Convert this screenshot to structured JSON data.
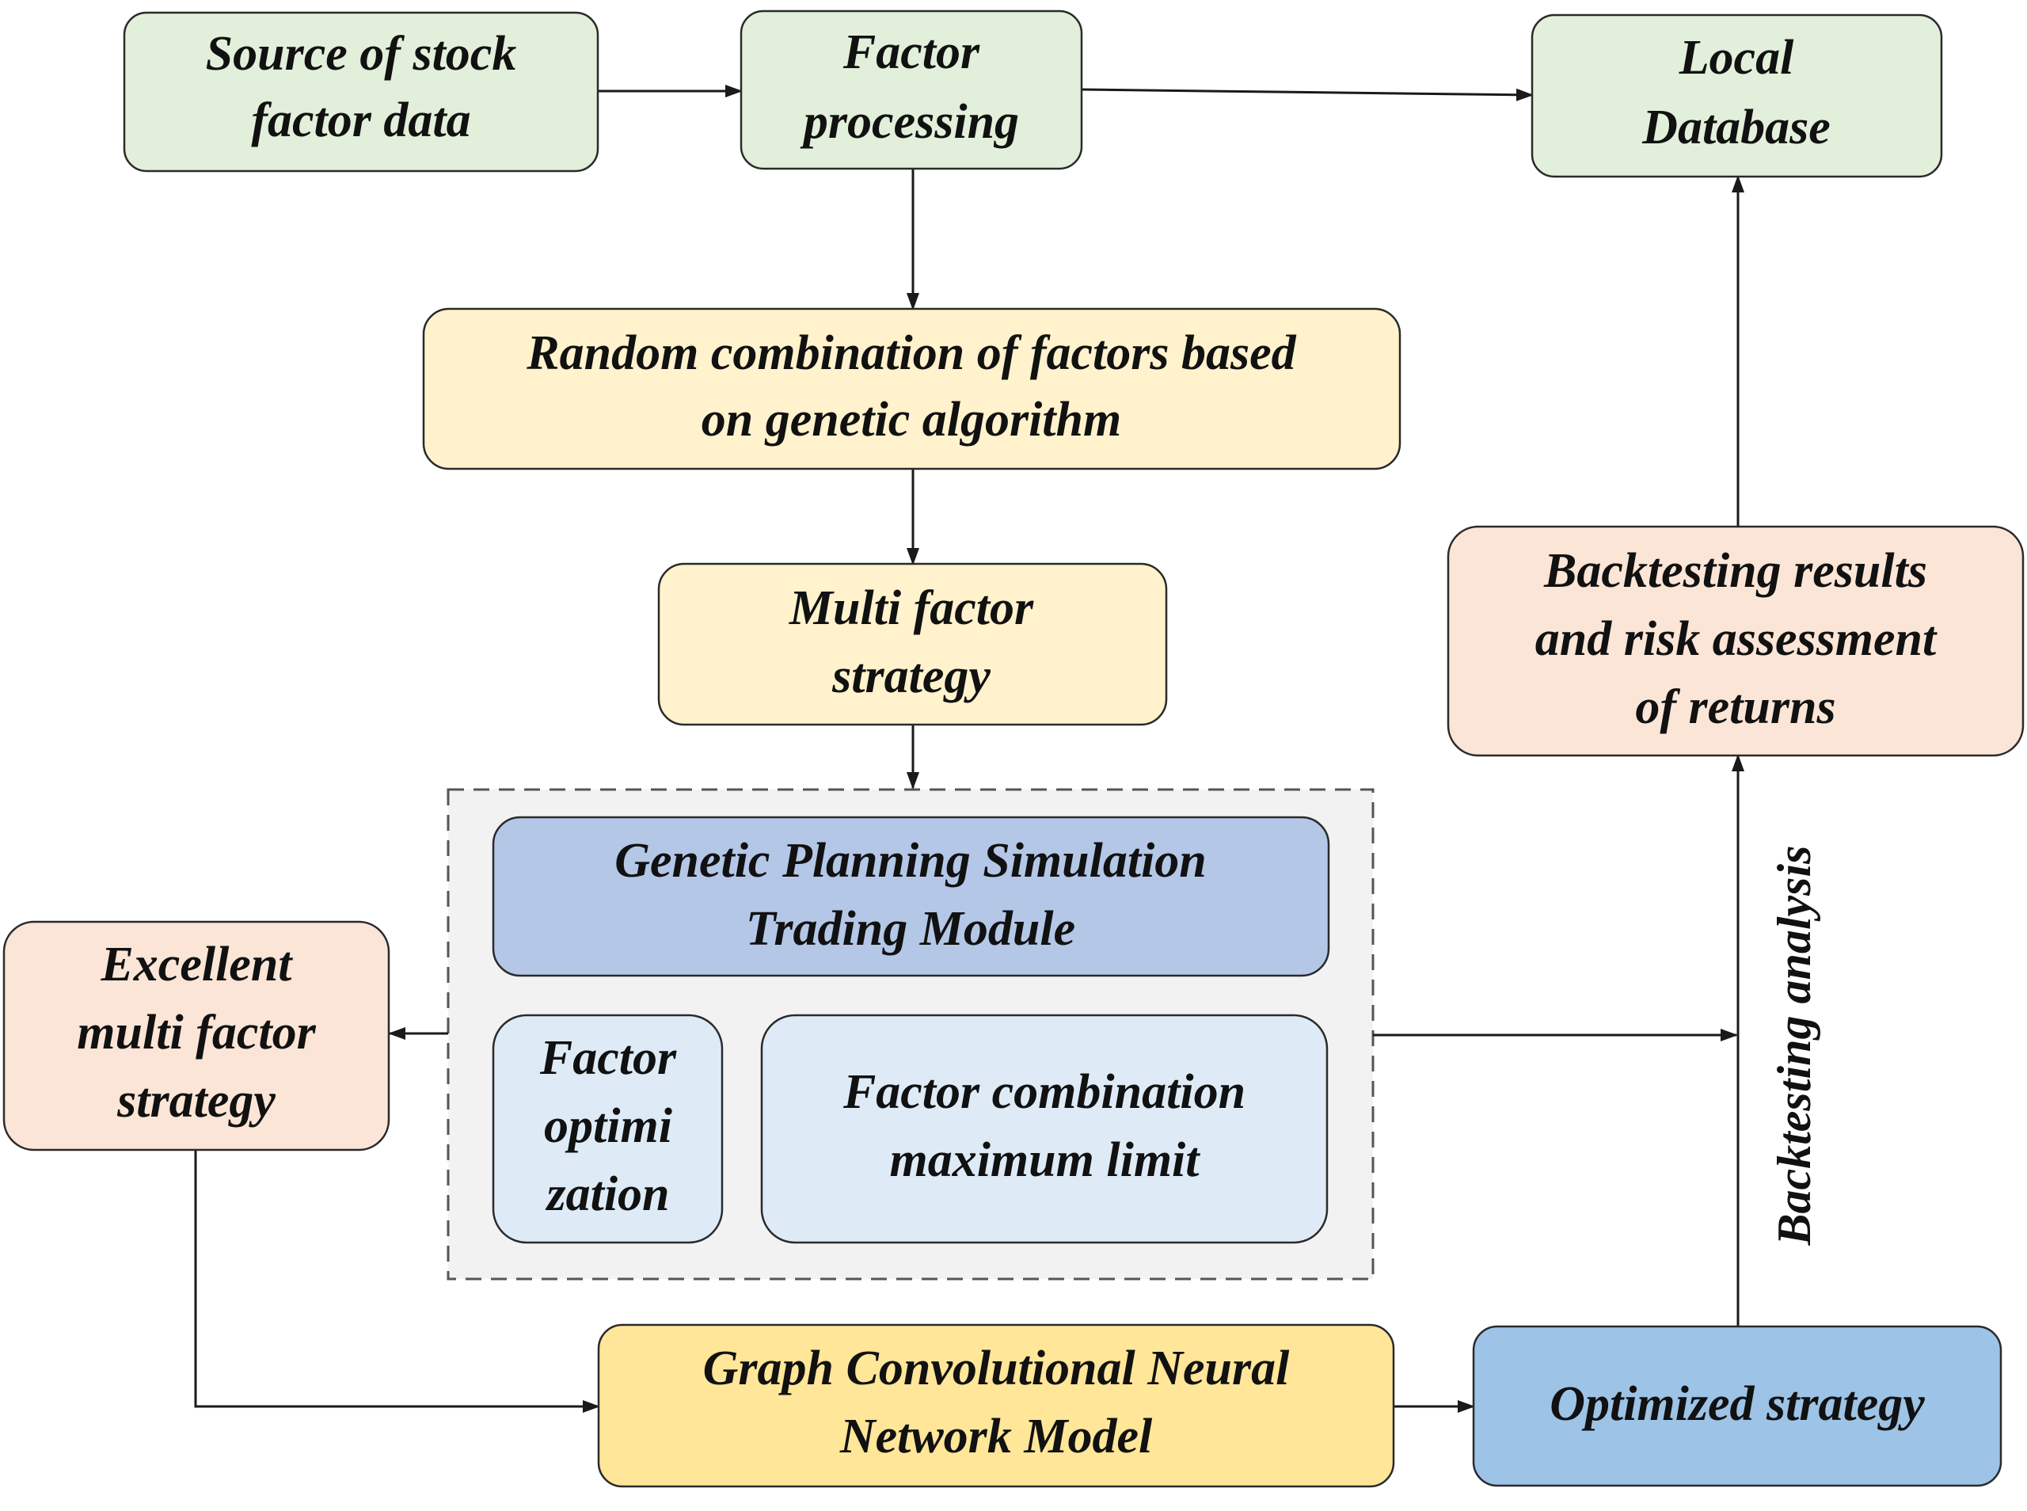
{
  "colors": {
    "green": "#e2efda",
    "yellow": "#fff2cc",
    "gold": "#ffe699",
    "salmon": "#fbe5d6",
    "purple_blue": "#b4c7e7",
    "light_blue": "#deebf7",
    "steel_blue": "#9dc3e6",
    "panel_gray": "#f2f2f2"
  },
  "nodes": {
    "source": {
      "lines": [
        "Source of stock",
        "factor data"
      ]
    },
    "processing": {
      "lines": [
        "Factor",
        "processing"
      ]
    },
    "local_db": {
      "lines": [
        "Local",
        "Database"
      ]
    },
    "random_combo": {
      "lines": [
        "Random combination of factors based",
        "on genetic algorithm"
      ]
    },
    "multi_factor": {
      "lines": [
        "Multi factor",
        "strategy"
      ]
    },
    "gp_module": {
      "lines": [
        "Genetic Planning Simulation",
        "Trading Module"
      ]
    },
    "factor_opt": {
      "lines": [
        "Factor",
        "optimi",
        "zation"
      ]
    },
    "factor_combo_limit": {
      "lines": [
        "Factor combination",
        "maximum limit"
      ]
    },
    "excellent": {
      "lines": [
        "Excellent",
        "multi factor",
        "strategy"
      ]
    },
    "gcn": {
      "lines": [
        "Graph Convolutional Neural",
        "Network Model"
      ]
    },
    "optimized": {
      "lines": [
        "Optimized strategy"
      ]
    },
    "backtest_results": {
      "lines": [
        "Backtesting results",
        "and risk assessment",
        "of returns"
      ]
    }
  },
  "edge_labels": {
    "backtesting_analysis": "Backtesting analysis"
  }
}
